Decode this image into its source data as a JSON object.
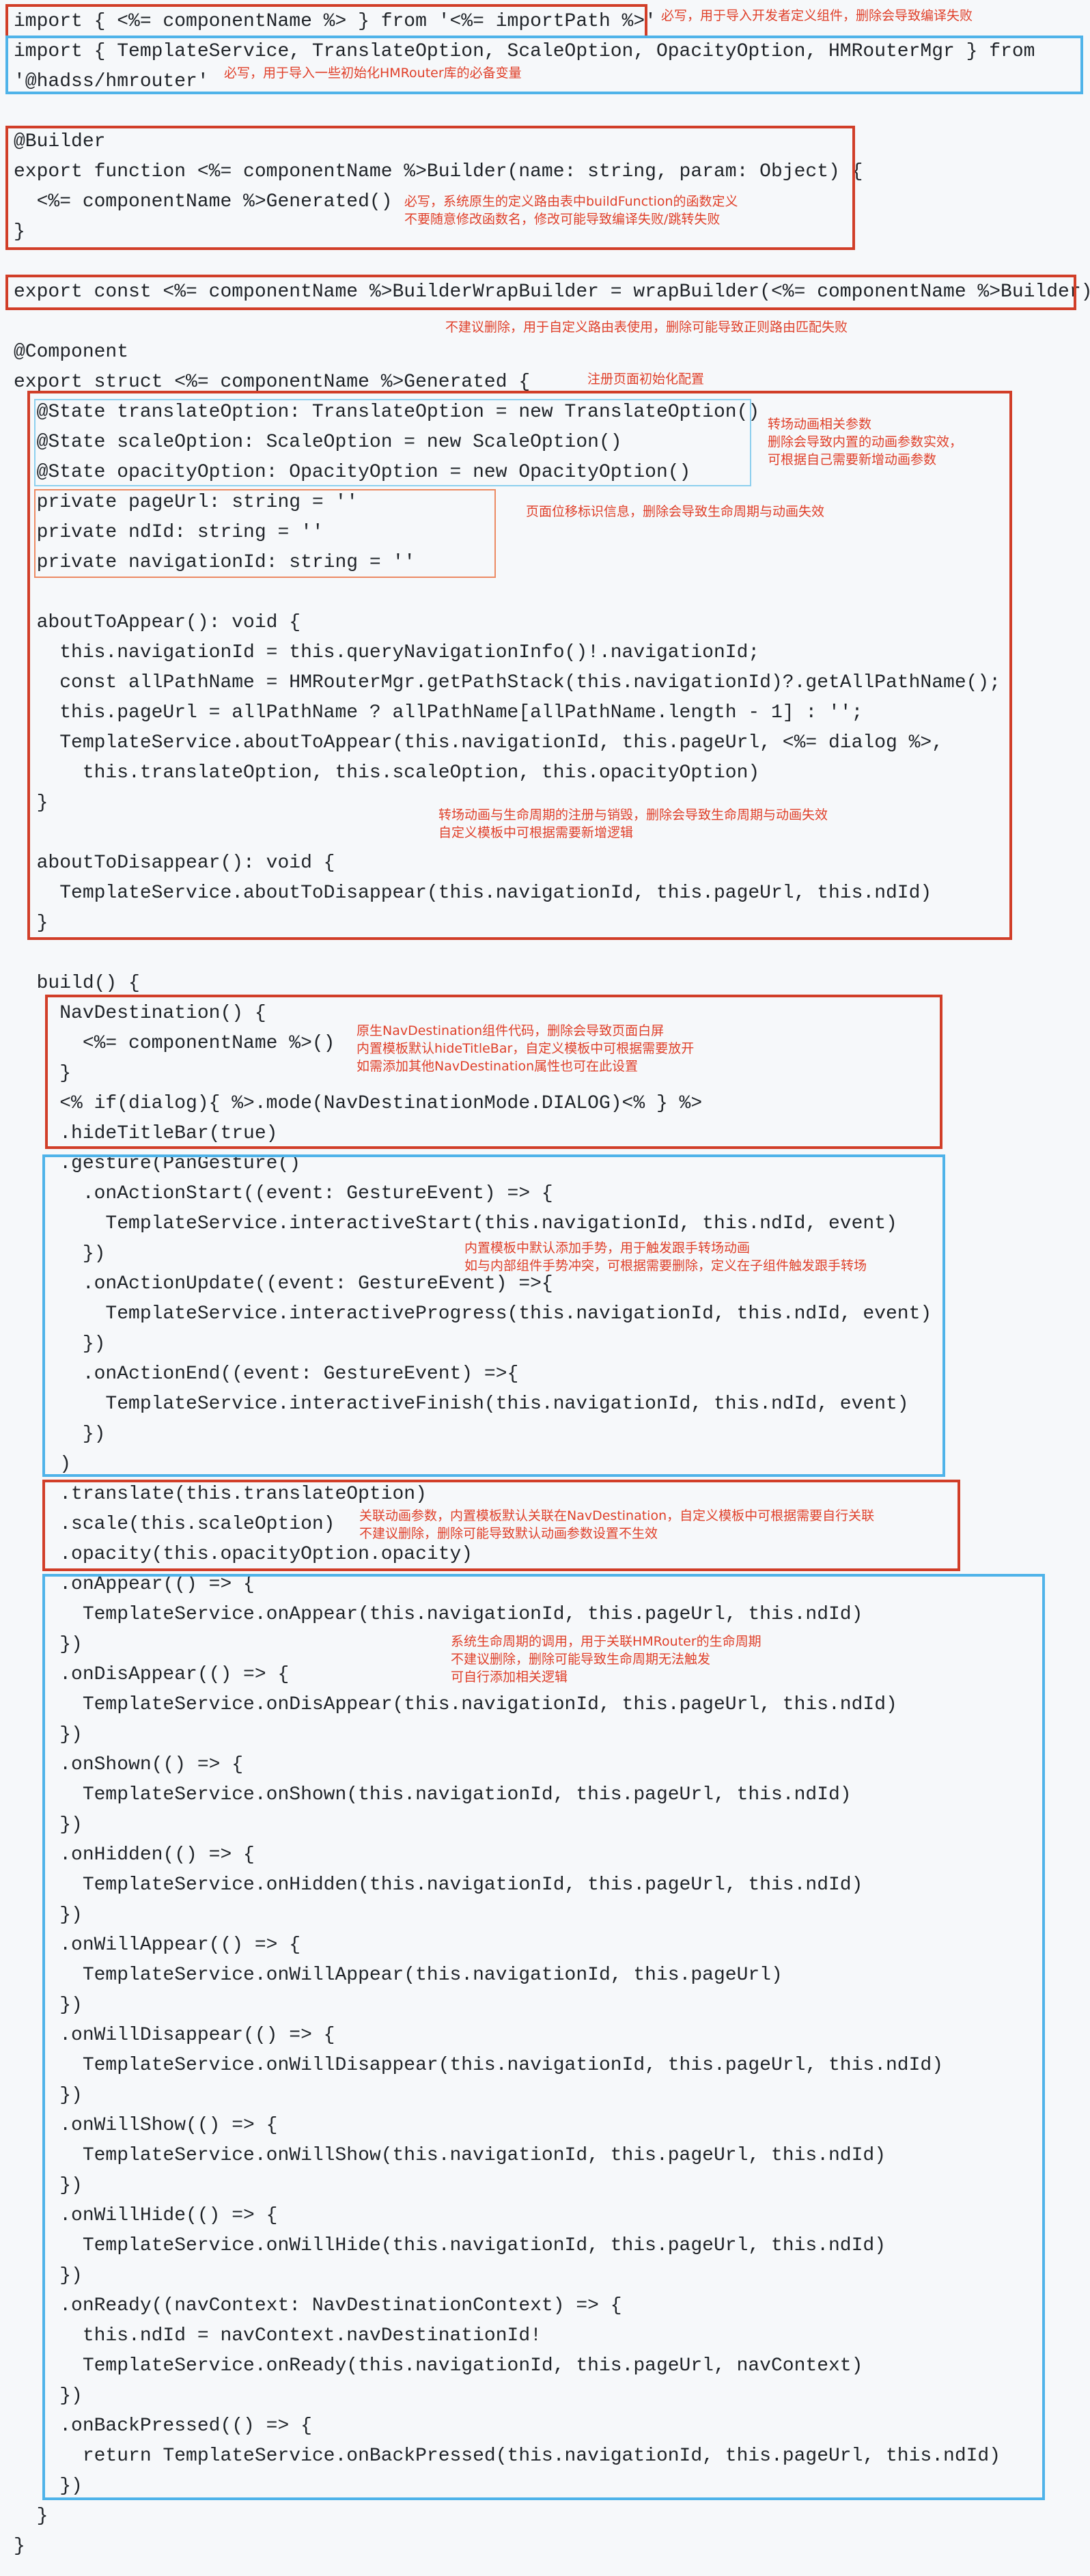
{
  "code_lines": [
    "import { <%= componentName %> } from '<%= importPath %>'",
    "import { TemplateService, TranslateOption, ScaleOption, OpacityOption, HMRouterMgr } from",
    "'@hadss/hmrouter'",
    "",
    "@Builder",
    "export function <%= componentName %>Builder(name: string, param: Object) {",
    "  <%= componentName %>Generated()",
    "}",
    "",
    "export const <%= componentName %>BuilderWrapBuilder = wrapBuilder(<%= componentName %>Builder)",
    "",
    "@Component",
    "export struct <%= componentName %>Generated {",
    "  @State translateOption: TranslateOption = new TranslateOption()",
    "  @State scaleOption: ScaleOption = new ScaleOption()",
    "  @State opacityOption: OpacityOption = new OpacityOption()",
    "  private pageUrl: string = ''",
    "  private ndId: string = ''",
    "  private navigationId: string = ''",
    "",
    "  aboutToAppear(): void {",
    "    this.navigationId = this.queryNavigationInfo()!.navigationId;",
    "    const allPathName = HMRouterMgr.getPathStack(this.navigationId)?.getAllPathName();",
    "    this.pageUrl = allPathName ? allPathName[allPathName.length - 1] : '';",
    "    TemplateService.aboutToAppear(this.navigationId, this.pageUrl, <%= dialog %>,",
    "      this.translateOption, this.scaleOption, this.opacityOption)",
    "  }",
    "",
    "  aboutToDisappear(): void {",
    "    TemplateService.aboutToDisappear(this.navigationId, this.pageUrl, this.ndId)",
    "  }",
    "",
    "  build() {",
    "    NavDestination() {",
    "      <%= componentName %>()",
    "    }",
    "    <% if(dialog){ %>.mode(NavDestinationMode.DIALOG)<% } %>",
    "    .hideTitleBar(true)",
    "    .gesture(PanGesture()",
    "      .onActionStart((event: GestureEvent) => {",
    "        TemplateService.interactiveStart(this.navigationId, this.ndId, event)",
    "      })",
    "      .onActionUpdate((event: GestureEvent) =>{",
    "        TemplateService.interactiveProgress(this.navigationId, this.ndId, event)",
    "      })",
    "      .onActionEnd((event: GestureEvent) =>{",
    "        TemplateService.interactiveFinish(this.navigationId, this.ndId, event)",
    "      })",
    "    )",
    "    .translate(this.translateOption)",
    "    .scale(this.scaleOption)",
    "    .opacity(this.opacityOption.opacity)",
    "    .onAppear(() => {",
    "      TemplateService.onAppear(this.navigationId, this.pageUrl, this.ndId)",
    "    })",
    "    .onDisAppear(() => {",
    "      TemplateService.onDisAppear(this.navigationId, this.pageUrl, this.ndId)",
    "    })",
    "    .onShown(() => {",
    "      TemplateService.onShown(this.navigationId, this.pageUrl, this.ndId)",
    "    })",
    "    .onHidden(() => {",
    "      TemplateService.onHidden(this.navigationId, this.pageUrl, this.ndId)",
    "    })",
    "    .onWillAppear(() => {",
    "      TemplateService.onWillAppear(this.navigationId, this.pageUrl)",
    "    })",
    "    .onWillDisappear(() => {",
    "      TemplateService.onWillDisappear(this.navigationId, this.pageUrl, this.ndId)",
    "    })",
    "    .onWillShow(() => {",
    "      TemplateService.onWillShow(this.navigationId, this.pageUrl, this.ndId)",
    "    })",
    "    .onWillHide(() => {",
    "      TemplateService.onWillHide(this.navigationId, this.pageUrl, this.ndId)",
    "    })",
    "    .onReady((navContext: NavDestinationContext) => {",
    "      this.ndId = navContext.navDestinationId!",
    "      TemplateService.onReady(this.navigationId, this.pageUrl, navContext)",
    "    })",
    "    .onBackPressed(() => {",
    "      return TemplateService.onBackPressed(this.navigationId, this.pageUrl, this.ndId)",
    "    })",
    "  }",
    "}"
  ],
  "annotations": {
    "import_component": "必写，用于导入开发者定义组件，删除会导致编译失败",
    "import_hmrouter": "必写，用于导入一些初始化HMRouter库的必备变量",
    "builder_line1": "必写，系统原生的定义路由表中buildFunction的函数定义",
    "builder_line2": "不要随意修改函数名，修改可能导致编译失败/跳转失败",
    "wrap_builder": "不建议删除，用于自定义路由表使用，删除可能导致正则路由匹配失败",
    "page_init": "注册页面初始化配置",
    "anim_params_line1": "转场动画相关参数",
    "anim_params_line2": "删除会导致内置的动画参数实效，",
    "anim_params_line3": "可根据自己需要新增动画参数",
    "page_id": "页面位移标识信息，删除会导致生命周期与动画失效",
    "lifecycle_reg_line1": "转场动画与生命周期的注册与销毁，删除会导致生命周期与动画失效",
    "lifecycle_reg_line2": "自定义模板中可根据需要新增逻辑",
    "navdest_line1": "原生NavDestination组件代码，删除会导致页面白屏",
    "navdest_line2": "内置模板默认hideTitleBar，自定义模板中可根据需要放开",
    "navdest_line3": "如需添加其他NavDestination属性也可在此设置",
    "gesture_line1": "内置模板中默认添加手势，用于触发跟手转场动画",
    "gesture_line2": "如与内部组件手势冲突，可根据需要删除，定义在子组件触发跟手转场",
    "anim_bind_line1": "关联动画参数，内置模板默认关联在NavDestination，自定义模板中可根据需要自行关联",
    "anim_bind_line2": "不建议删除，删除可能导致默认动画参数设置不生效",
    "lifecycle_call_line1": "系统生命周期的调用，用于关联HMRouter的生命周期",
    "lifecycle_call_line2": "不建议删除，删除可能导致生命周期无法触发",
    "lifecycle_call_line3": "可自行添加相关逻辑"
  },
  "colors": {
    "background": "#f6f8fa",
    "code_text": "#1f2328",
    "annotation_text": "#e0402a",
    "box_red": "#d13e28",
    "box_blue": "#4fb3e9",
    "box_orange": "#ec8a63",
    "box_light_blue": "#8ccfee"
  }
}
